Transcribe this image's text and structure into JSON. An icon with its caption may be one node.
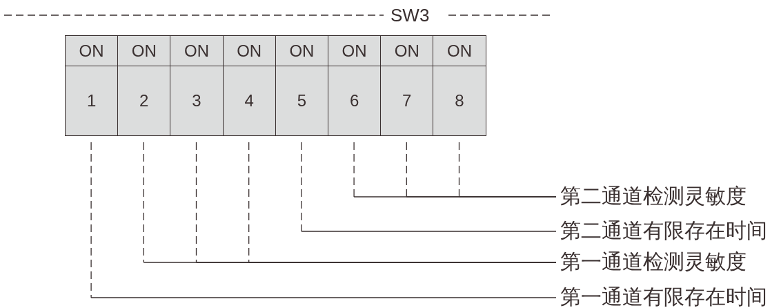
{
  "diagram": {
    "nodes": [
      {
        "text": [
          "ON",
          "1"
        ]
      },
      {
        "text": [
          "ON",
          "2"
        ]
      },
      {
        "text": [
          "ON",
          "3"
        ]
      },
      {
        "text": [
          "ON",
          "4"
        ]
      },
      {
        "text": [
          "ON",
          "5"
        ]
      },
      {
        "text": [
          "ON",
          "6"
        ]
      },
      {
        "text": [
          "ON",
          "7"
        ]
      },
      {
        "text": [
          "ON",
          "8"
        ]
      },
      {
        "text": [
          "第二通道检测灵敏度"
        ]
      },
      {
        "text": [
          "第二通道有限存在时间"
        ]
      },
      {
        "text": [
          "第一通道检测灵敏度"
        ]
      },
      {
        "text": [
          "第一通道有限存在时间"
        ]
      }
    ],
    "edges": [
      {
        "from": 5,
        "to": 8,
        "arrow": "none"
      },
      {
        "from": 6,
        "to": 8,
        "arrow": "none"
      },
      {
        "from": 7,
        "to": 8,
        "arrow": "none"
      },
      {
        "from": 4,
        "to": 9,
        "arrow": "none"
      },
      {
        "from": 1,
        "to": 10,
        "arrow": "none"
      },
      {
        "from": 2,
        "to": 10,
        "arrow": "none"
      },
      {
        "from": 3,
        "to": 10,
        "arrow": "none"
      },
      {
        "from": 0,
        "to": 11,
        "arrow": "none"
      }
    ],
    "labels": [
      "SW3"
    ]
  }
}
